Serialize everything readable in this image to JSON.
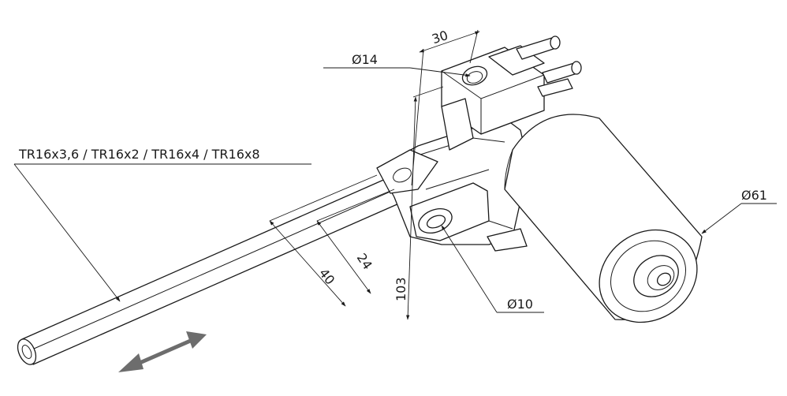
{
  "labels": {
    "spindle": "TR16x3,6 / TR16x2 / TR16x4 / TR16x8",
    "hole_top": "Ø14",
    "dim_30": "30",
    "motor_dia": "Ø61",
    "hole_bottom": "Ø10",
    "dim_103": "103",
    "dim_24": "24",
    "dim_40": "40"
  },
  "colors": {
    "line": "#1a1a1a",
    "arrow": "#6d6d6d",
    "background": "#ffffff"
  },
  "icons": {
    "motion_arrow": "double-headed-arrow-icon"
  }
}
